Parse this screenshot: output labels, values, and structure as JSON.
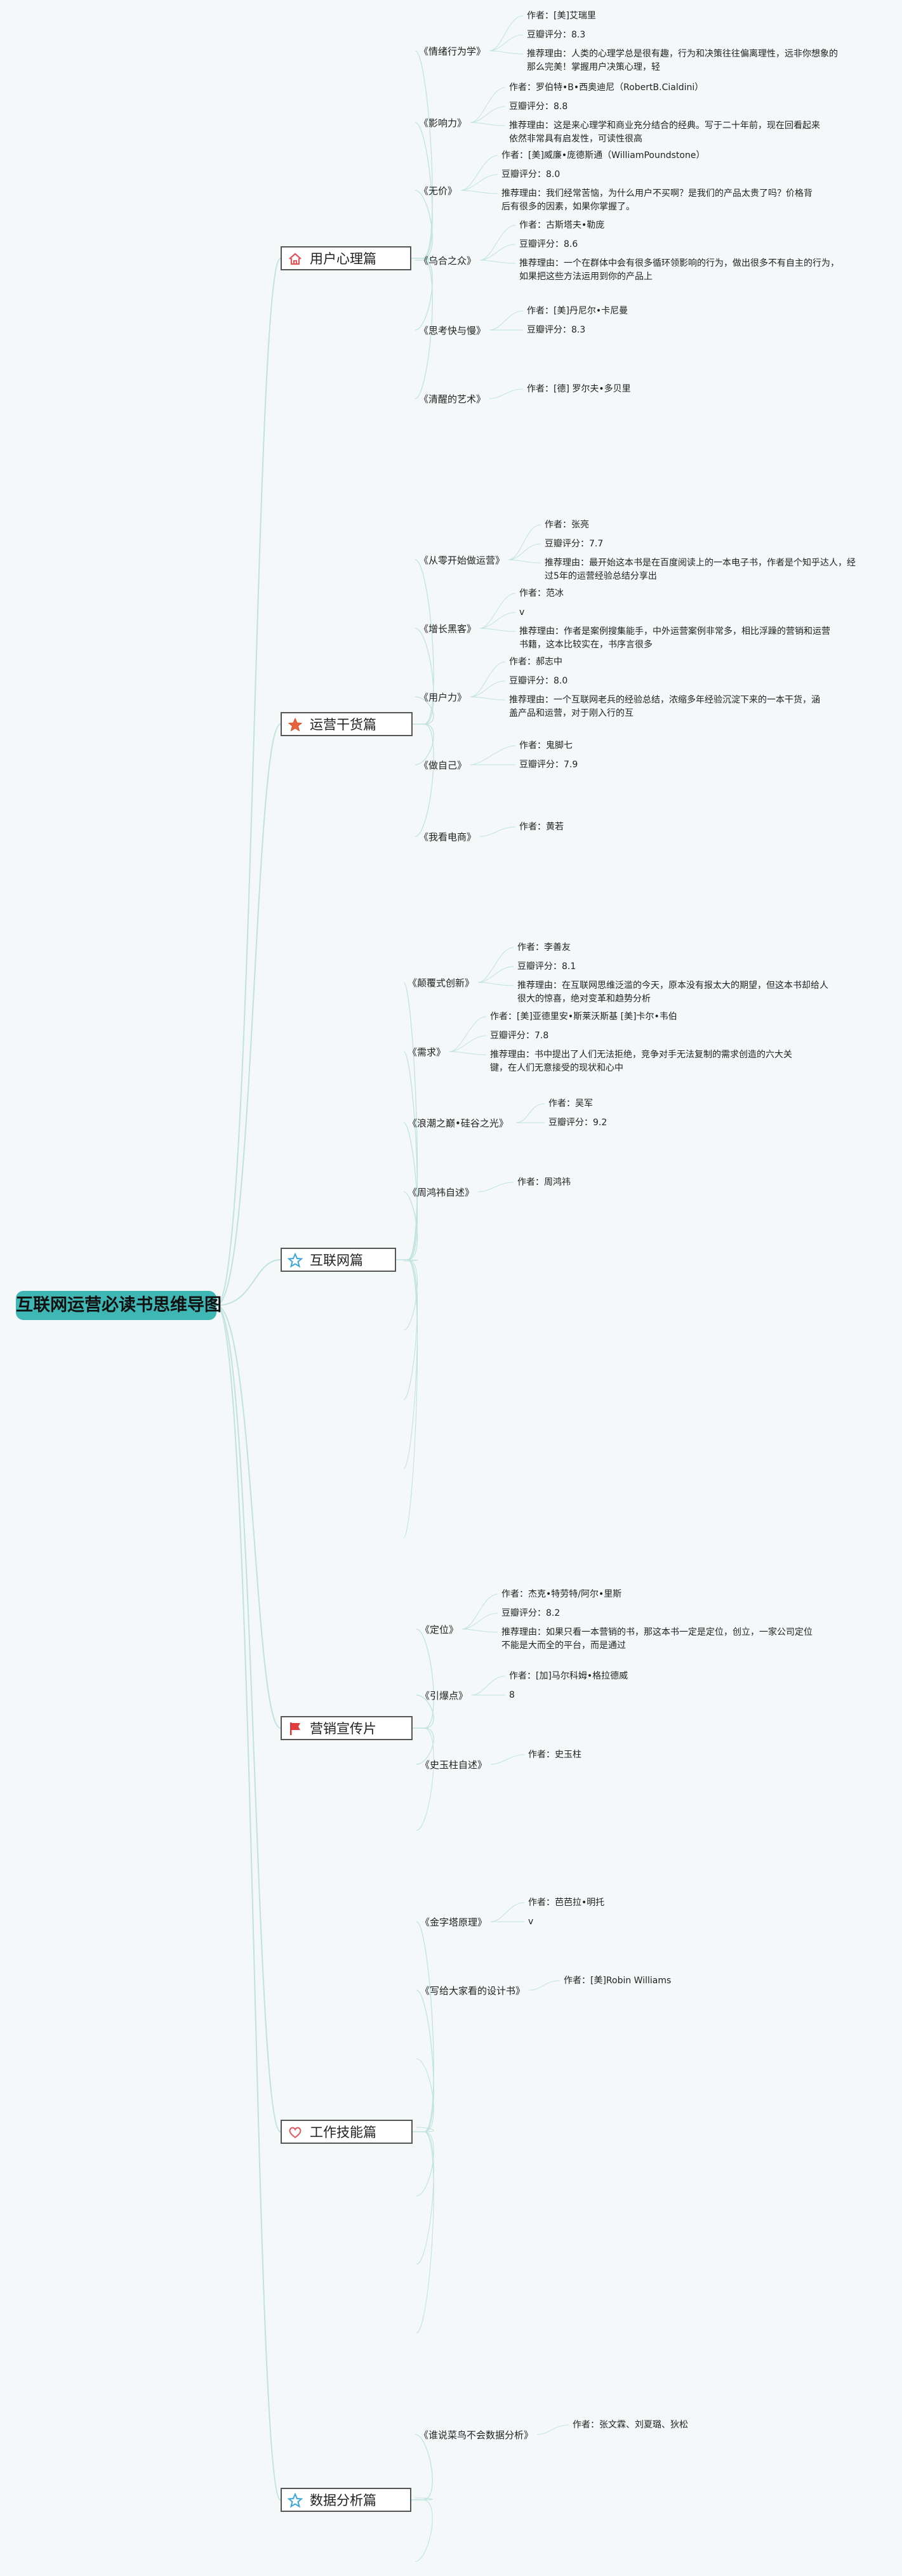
{
  "title": "互联网运营必读书思维导图",
  "colors": {
    "root": "#3fb7b5",
    "link": "#bfe3df",
    "icon": "#e2555b",
    "icon_alt": "#3ba7d9"
  },
  "categories": [
    {
      "label": "用户心理篇",
      "icon": "home-icon",
      "books": [
        {
          "title": "《情绪行为学》",
          "details": [
            {
              "lines": [
                "作者：[美]艾瑞里"
              ]
            },
            {
              "lines": [
                "豆瓣评分：8.3"
              ]
            },
            {
              "lines": [
                "推荐理由：人类的心理学总是很有趣，行为和决策往往偏离理性，远非你想象的",
                "那么完美！掌握用户决策心理，轻"
              ]
            }
          ]
        },
        {
          "title": "《影响力》",
          "details": [
            {
              "lines": [
                "作者：罗伯特•B•西奥迪尼（RobertB.Cialdini）"
              ]
            },
            {
              "lines": [
                "豆瓣评分：8.8"
              ]
            },
            {
              "lines": [
                "推荐理由：这是来心理学和商业充分结合的经典。写于二十年前，现在回看起来",
                "依然非常具有启发性，可读性很高"
              ]
            }
          ]
        },
        {
          "title": "《无价》",
          "details": [
            {
              "lines": [
                "作者：[美]威廉•庞德斯通（WilliamPoundstone）"
              ]
            },
            {
              "lines": [
                "豆瓣评分：8.0"
              ]
            },
            {
              "lines": [
                "推荐理由：我们经常苦恼，为什么用户不买啊？是我们的产品太贵了吗？价格背",
                "后有很多的因素，如果你掌握了。"
              ]
            }
          ]
        },
        {
          "title": "《乌合之众》",
          "details": [
            {
              "lines": [
                "作者：古斯塔夫•勒庞"
              ]
            },
            {
              "lines": [
                "豆瓣评分：8.6"
              ]
            },
            {
              "lines": [
                "推荐理由：一个在群体中会有很多循环领影响的行为，做出很多不有自主的行为，",
                "如果把这些方法运用到你的产品上"
              ]
            }
          ]
        },
        {
          "title": "《思考快与慢》",
          "details": [
            {
              "lines": [
                "作者：[美]丹尼尔•卡尼曼"
              ]
            },
            {
              "lines": [
                "豆瓣评分：8.3"
              ]
            }
          ]
        },
        {
          "title": "《清醒的艺术》",
          "details": [
            {
              "lines": [
                "作者：[德] 罗尔夫•多贝里"
              ]
            }
          ]
        }
      ]
    },
    {
      "label": "运营干货篇",
      "icon": "star-icon",
      "books": [
        {
          "title": "《从零开始做运营》",
          "details": [
            {
              "lines": [
                "作者：张亮"
              ]
            },
            {
              "lines": [
                "豆瓣评分：7.7"
              ]
            },
            {
              "lines": [
                "推荐理由：最开始这本书是在百度阅读上的一本电子书，作者是个知乎达人，经",
                "过5年的运营经验总结分享出"
              ]
            }
          ]
        },
        {
          "title": "《增长黑客》",
          "details": [
            {
              "lines": [
                "作者：范冰"
              ]
            },
            {
              "lines": [
                "v"
              ]
            },
            {
              "lines": [
                "推荐理由：作者是案例搜集能手，中外运营案例非常多，相比浮躁的营销和运营",
                "书籍，这本比较实在，书序言很多"
              ]
            }
          ]
        },
        {
          "title": "《用户力》",
          "details": [
            {
              "lines": [
                "作者：郝志中"
              ]
            },
            {
              "lines": [
                "豆瓣评分：8.0"
              ]
            },
            {
              "lines": [
                "推荐理由：一个互联网老兵的经验总结，浓缩多年经验沉淀下来的一本干货，涵",
                "盖产品和运营，对于刚入行的互"
              ]
            }
          ]
        },
        {
          "title": "《做自己》",
          "details": [
            {
              "lines": [
                "作者：鬼脚七"
              ]
            },
            {
              "lines": [
                "豆瓣评分：7.9"
              ]
            }
          ]
        },
        {
          "title": "《我看电商》",
          "details": [
            {
              "lines": [
                "作者：黄若"
              ]
            }
          ]
        }
      ]
    },
    {
      "label": "互联网篇",
      "icon": "star-outline-icon",
      "books": [
        {
          "title": "《颠覆式创新》",
          "details": [
            {
              "lines": [
                "作者：李善友"
              ]
            },
            {
              "lines": [
                "豆瓣评分：8.1"
              ]
            },
            {
              "lines": [
                "推荐理由：在互联网思维泛滥的今天，原本没有报太大的期望，但这本书却给人",
                "很大的惊喜，绝对变革和趋势分析"
              ]
            }
          ]
        },
        {
          "title": "《需求》",
          "details": [
            {
              "lines": [
                "作者：[美]亚德里安•斯莱沃斯基 [美]卡尔•韦伯"
              ]
            },
            {
              "lines": [
                "豆瓣评分：7.8"
              ]
            },
            {
              "lines": [
                "推荐理由：书中提出了人们无法拒绝，竞争对手无法复制的需求创造的六大关",
                "键，在人们无意接受的现状和心中"
              ]
            }
          ]
        },
        {
          "title": "《浪潮之巅•硅谷之光》",
          "details": [
            {
              "lines": [
                "作者：吴军"
              ]
            },
            {
              "lines": [
                "豆瓣评分：9.2"
              ]
            }
          ]
        },
        {
          "title": "《周鸿祎自述》",
          "details": [
            {
              "lines": [
                "作者：周鸿祎"
              ]
            }
          ]
        }
      ]
    },
    {
      "label": "营销宣传片",
      "icon": "flag-icon",
      "books": [
        {
          "title": "《定位》",
          "details": [
            {
              "lines": [
                "作者：杰克•特劳特/阿尔•里斯"
              ]
            },
            {
              "lines": [
                "豆瓣评分：8.2"
              ]
            },
            {
              "lines": [
                "推荐理由：如果只看一本营销的书，那这本书一定是定位，创立，一家公司定位",
                "不能是大而全的平台，而是通过"
              ]
            }
          ]
        },
        {
          "title": "《引爆点》",
          "details": [
            {
              "lines": [
                "作者：[加]马尔科姆•格拉德威"
              ]
            },
            {
              "lines": [
                "8"
              ]
            }
          ]
        },
        {
          "title": "《史玉柱自述》",
          "details": [
            {
              "lines": [
                "作者：史玉柱"
              ]
            }
          ]
        }
      ]
    },
    {
      "label": "工作技能篇",
      "icon": "heart-icon",
      "books": [
        {
          "title": "《金字塔原理》",
          "details": [
            {
              "lines": [
                "作者：芭芭拉•明托"
              ]
            },
            {
              "lines": [
                "v"
              ]
            }
          ]
        },
        {
          "title": "《写给大家看的设计书》",
          "details": [
            {
              "lines": [
                "作者：[美]Robin Williams"
              ]
            }
          ]
        }
      ]
    },
    {
      "label": "数据分析篇",
      "icon": "star-outline-icon",
      "books": [
        {
          "title": "《谁说菜鸟不会数据分析》",
          "details": [
            {
              "lines": [
                "作者：张文霖、刘夏璐、狄松"
              ]
            }
          ]
        }
      ]
    }
  ]
}
